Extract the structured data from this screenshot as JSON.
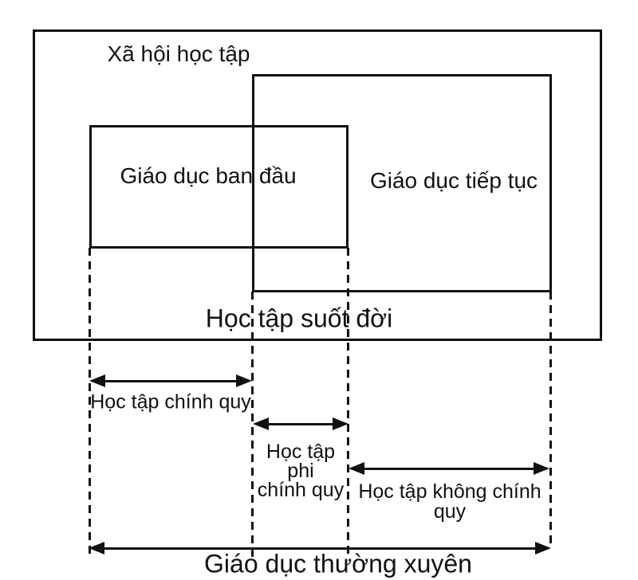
{
  "diagram": {
    "labels": {
      "learning_society": "Xã hội học tập",
      "initial_education": "Giáo dục ban đầu",
      "continuing_education": "Giáo dục tiếp tục",
      "lifelong_learning": "Học tập suốt đời",
      "formal_learning": "Học tập chính quy",
      "nonformal_learning_lines": [
        "Học tập",
        "phi",
        "chính quy"
      ],
      "informal_learning_lines": [
        "Học tập không chính",
        "quy"
      ],
      "regular_education": "Giáo dục thường xuyên"
    },
    "colors": {
      "line": "#111111",
      "text": "#111111",
      "background": "#ffffff"
    }
  }
}
